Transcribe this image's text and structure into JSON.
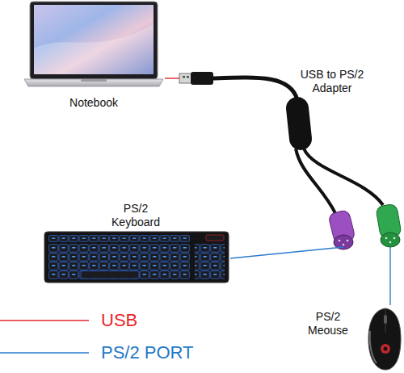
{
  "diagram": {
    "nodes": [
      {
        "text": [
          "Notebook"
        ]
      },
      {
        "text": [
          "USB to PS/2 Adapter"
        ]
      },
      {
        "text": [
          "PS/2 Keyboard"
        ]
      },
      {
        "text": [
          "PS/2 Meouse"
        ]
      }
    ],
    "edges": [
      {
        "from": 0,
        "to": 1,
        "arrow": "none"
      },
      {
        "from": 2,
        "to": 1,
        "arrow": "none"
      },
      {
        "from": 1,
        "to": 3,
        "arrow": "none"
      }
    ],
    "legend": [
      {
        "text": "USB"
      },
      {
        "text": "PS/2 PORT"
      }
    ]
  }
}
